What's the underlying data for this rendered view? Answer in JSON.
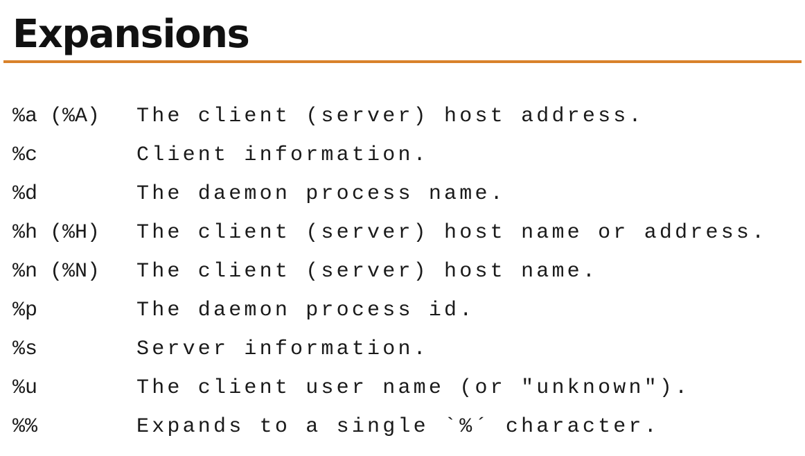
{
  "title": "Expansions",
  "accent_color": "#d9822b",
  "expansions": [
    {
      "code": "%a (%A)",
      "description": "The client (server) host address."
    },
    {
      "code": "%c",
      "description": "Client information."
    },
    {
      "code": "%d",
      "description": "The daemon process name."
    },
    {
      "code": "%h (%H)",
      "description": "The client (server) host name or address."
    },
    {
      "code": "%n (%N)",
      "description": "The client (server) host name."
    },
    {
      "code": "%p",
      "description": "The daemon process id."
    },
    {
      "code": "%s",
      "description": "Server information."
    },
    {
      "code": "%u",
      "description": "The client user name (or \"unknown\")."
    },
    {
      "code": "%%",
      "description": "Expands to a single `%´ character."
    }
  ]
}
